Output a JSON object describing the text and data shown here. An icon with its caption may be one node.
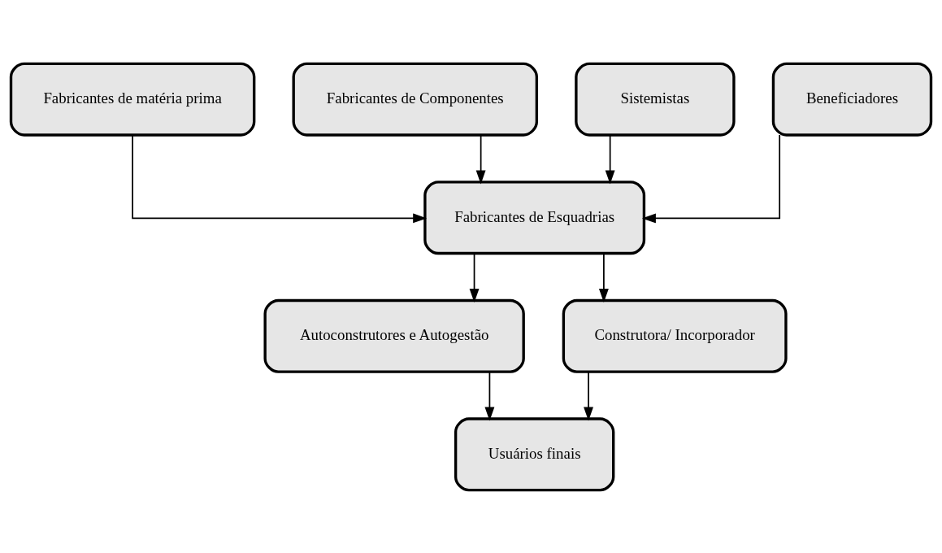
{
  "diagram": {
    "nodes": [
      {
        "text": [
          "Fabricantes de matéria prima"
        ]
      },
      {
        "text": [
          "Fabricantes de Componentes"
        ]
      },
      {
        "text": [
          "Sistemistas"
        ]
      },
      {
        "text": [
          "Beneficiadores"
        ]
      },
      {
        "text": [
          "Fabricantes de Esquadrias"
        ]
      },
      {
        "text": [
          "Autoconstrutores e Autogestão"
        ]
      },
      {
        "text": [
          "Construtora/ Incorporador"
        ]
      },
      {
        "text": [
          "Usuários finais"
        ]
      }
    ],
    "edges": [
      {
        "from": 0,
        "to": 4,
        "arrow": "to"
      },
      {
        "from": 1,
        "to": 4,
        "arrow": "to"
      },
      {
        "from": 2,
        "to": 4,
        "arrow": "to"
      },
      {
        "from": 3,
        "to": 4,
        "arrow": "to"
      },
      {
        "from": 4,
        "to": 5,
        "arrow": "to"
      },
      {
        "from": 4,
        "to": 6,
        "arrow": "to"
      },
      {
        "from": 5,
        "to": 7,
        "arrow": "to"
      },
      {
        "from": 6,
        "to": 7,
        "arrow": "to"
      }
    ]
  }
}
